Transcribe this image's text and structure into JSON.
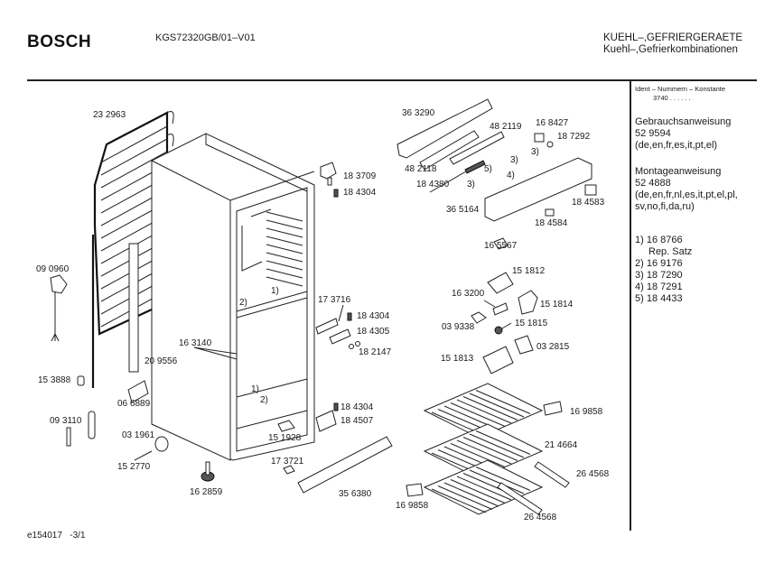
{
  "header": {
    "brand": "BOSCH",
    "model": "KGS72320GB/01–V01",
    "category_line1": "KUEHL–,GEFRIERGERAETE",
    "category_line2": "Kuehl–,Gefrierkombinationen"
  },
  "sidebar": {
    "ident_label": "Ident – Nummern – Konstante",
    "ident_value": "3740  .  .  .  .  .  .",
    "manuals": [
      {
        "title": "Gebrauchsanweisung",
        "number": "52 9594",
        "languages": "(de,en,fr,es,it,pt,el)"
      },
      {
        "title": "Montageanweisung",
        "number": "52 4888",
        "languages_line1": "(de,en,fr,nl,es,it,pt,el,pl,",
        "languages_line2": "sv,no,fi,da,ru)"
      }
    ],
    "notes": [
      {
        "ref": "1)",
        "part": "16 8766"
      },
      {
        "ref": "",
        "part": "Rep. Satz"
      },
      {
        "ref": "2)",
        "part": "16 9176"
      },
      {
        "ref": "3)",
        "part": "18 7290"
      },
      {
        "ref": "4)",
        "part": "18 7291"
      },
      {
        "ref": "5)",
        "part": "18 4433"
      }
    ]
  },
  "parts": {
    "condenser": "23 2963",
    "power_cord": "09 0960",
    "grommet": "15 3888",
    "drier": "09 3110",
    "capillary_holder": "06 6889",
    "drain_tube": "20 9556",
    "roller": "03 1961",
    "axle": "15 2770",
    "foot": "16 2859",
    "divider_clip": "16 3140",
    "hinge_top": "18 3709",
    "screw_top": "18 4304",
    "hinge_plate": "17 3716",
    "screw_mid": "18 4304",
    "hinge_mid": "18 4305",
    "washers": "18 2147",
    "screw_bottom": "18 4304",
    "hinge_bottom": "18 4507",
    "drain_funnel": "15 1928",
    "plinth_clip": "17 3721",
    "plinth": "35 6380",
    "control_cover": "36 3290",
    "pcb_holder": "48 2118",
    "pcb": "48 2119",
    "lamp_holder": "16 8427",
    "bulb": "18 7292",
    "led_strip": "18 4380",
    "control_panel": "36 5164",
    "switch": "18 4583",
    "switch_cover": "18 4584",
    "panel_clip": "16 5567",
    "lamp_housing": "15 1812",
    "thermostat_knob": "16 3200",
    "lamp_cover": "15 1814",
    "sensor": "03 9338",
    "knob": "15 1815",
    "fan": "03 2815",
    "fan_bracket": "15 1813",
    "evaporator_clip_top": "16 9858",
    "evaporator": "21 4664",
    "rail_right": "26 4568",
    "evaporator_clip_bottom": "16 9858",
    "rail_bottom": "26 4568"
  },
  "callouts": {
    "ref1": "1)",
    "ref2": "2)",
    "ref3": "3)",
    "ref4": "4)",
    "ref5": "5)"
  },
  "footer": {
    "doc_id": "e154017",
    "page": "-3/1"
  }
}
